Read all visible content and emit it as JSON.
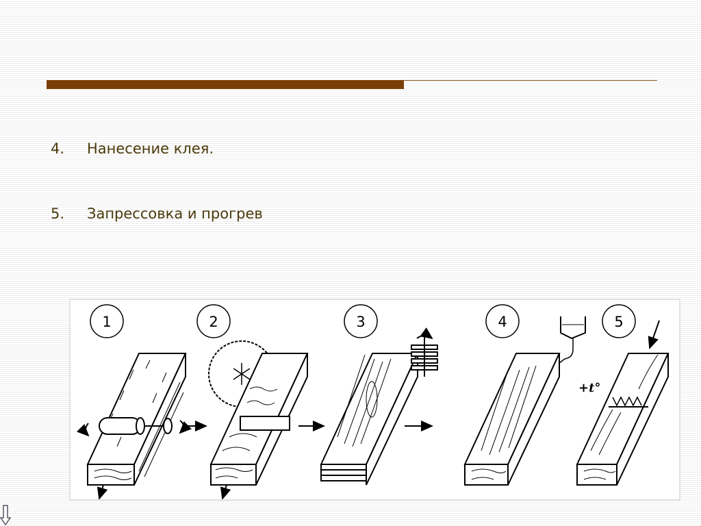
{
  "slide": {
    "list": [
      {
        "number": "4.",
        "text": "Нанесение клея."
      },
      {
        "number": "5.",
        "text": "Запрессовка и прогрев"
      }
    ]
  },
  "figure": {
    "steps": [
      "1",
      "2",
      "3",
      "4",
      "5"
    ],
    "heat_label": "+t°"
  },
  "colors": {
    "accent": "#7a3e06",
    "text": "#4a3a0a",
    "thin_rule": "#8a5a2a"
  },
  "icons": {
    "nav": "down-arrow-icon"
  }
}
